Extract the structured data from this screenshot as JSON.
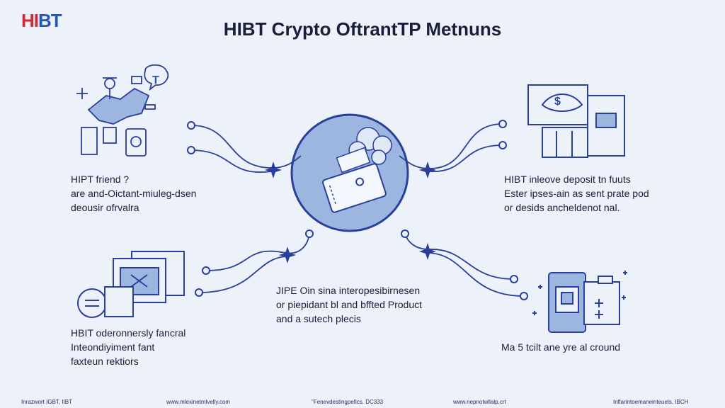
{
  "header": {
    "logo_part1": "HI",
    "logo_part2": "BT",
    "title": "HIBT Crypto OftrantTP Metnuns"
  },
  "blocks": {
    "top_left": [
      "HIPT friend ?",
      "are and-Oictant-miuleg-dsen",
      "deousir ofrvalra"
    ],
    "top_right": [
      "HIBT inleove deposit tn fuuts",
      "Ester ipses-ain as sent prate pod",
      "or desids ancheldenot nal."
    ],
    "bottom_left": [
      "HBIT oderonnersly fancral",
      "Inteondiyiment fant",
      "faxteun rektiors"
    ],
    "bottom_center": [
      "JIPE Oin sina interopesibirnesen",
      "or piepidant bl and bffted Product",
      "and a sutech plecis"
    ],
    "bottom_right": [
      "Ma 5 tcilt ane yre al cround"
    ]
  },
  "footer": {
    "left": "Inrazwort IGBT, IIBT",
    "center_left": "www.mlexinetmlvelly.com",
    "center": "\"Fenevdestingpefics. DC333",
    "center_right": "www.nepnotwllalp.crt",
    "right": "Inflarintoemaneinteuels. IBCH"
  },
  "colors": {
    "accent_blue": "#2a3f9c",
    "circle_fill": "#9db6e0",
    "light_blue": "#b9cbec",
    "logo_red": "#d42a36",
    "logo_blue": "#2458b8"
  }
}
